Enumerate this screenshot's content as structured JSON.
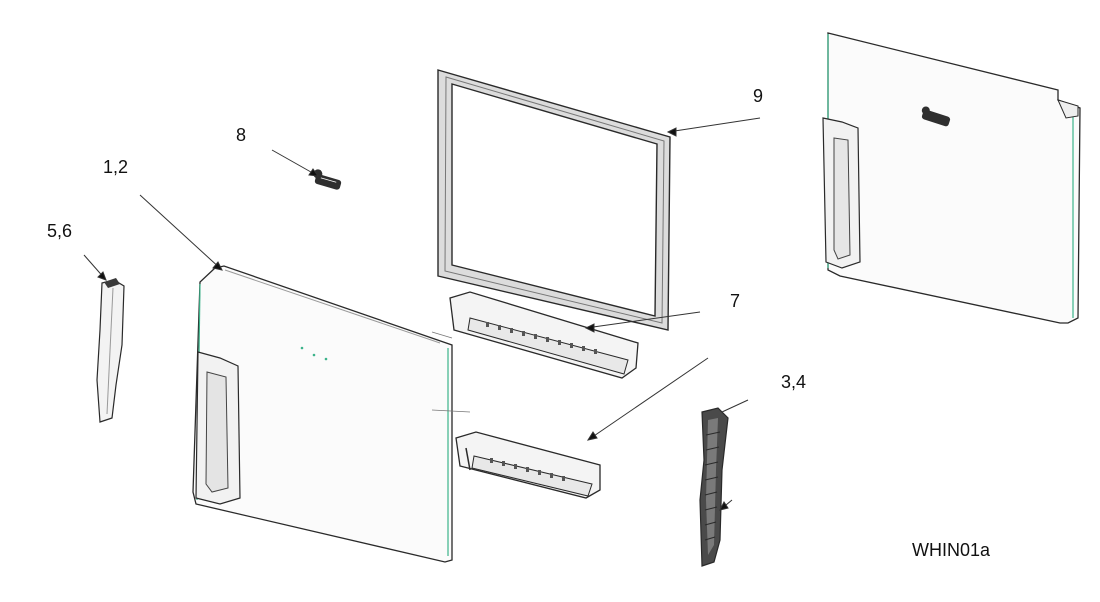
{
  "callouts": {
    "c_1_2": "1,2",
    "c_3_4": "3,4",
    "c_5_6": "5,6",
    "c_7": "7",
    "c_8": "8",
    "c_9": "9"
  },
  "diagram_code": "WHIN01a",
  "colors": {
    "outline": "#2a2a2a",
    "edge_highlight": "#3bb38a",
    "panel_fill": "#fbfbfb",
    "gasket_fill": "#dcdcdc",
    "dark_part": "#3a3a3a"
  }
}
